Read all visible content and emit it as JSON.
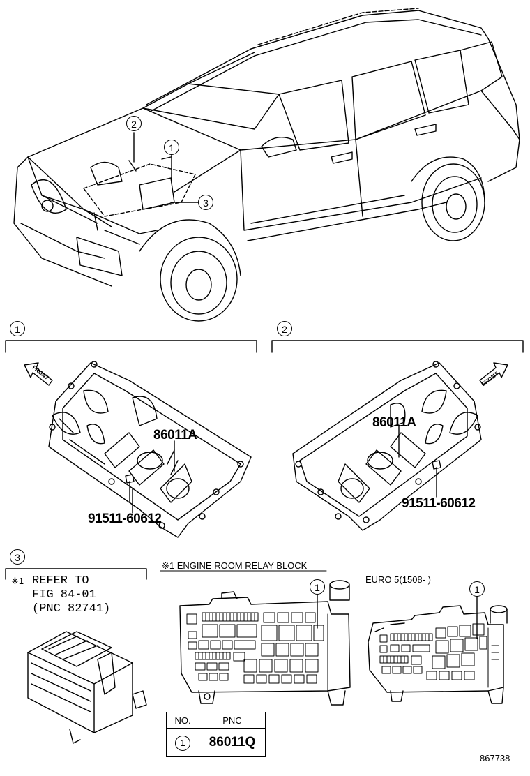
{
  "callouts": {
    "c1": "1",
    "c2": "2",
    "c3": "3"
  },
  "sections": {
    "s1_label": "1",
    "s2_label": "2",
    "s3_label": "3"
  },
  "parts": {
    "left_coil": "86011A",
    "left_bolt": "91511-60612",
    "right_coil": "86011A",
    "right_bolt": "91511-60612"
  },
  "front_labels": {
    "left": "FRONT",
    "right": "FRONT"
  },
  "refer_note": {
    "mark": "※1",
    "line1": "REFER TO",
    "line2": "FIG 84-01",
    "line3": "(PNC 82741)"
  },
  "relay_block": {
    "title": "※1 ENGINE ROOM RELAY BLOCK",
    "euro_label": "EURO 5(1508-     )",
    "callout_a": "1",
    "callout_b": "1"
  },
  "pnc_table": {
    "header_no": "NO.",
    "header_pnc": "PNC",
    "row_no": "1",
    "row_pnc": "86011Q"
  },
  "figure_number": "867738"
}
